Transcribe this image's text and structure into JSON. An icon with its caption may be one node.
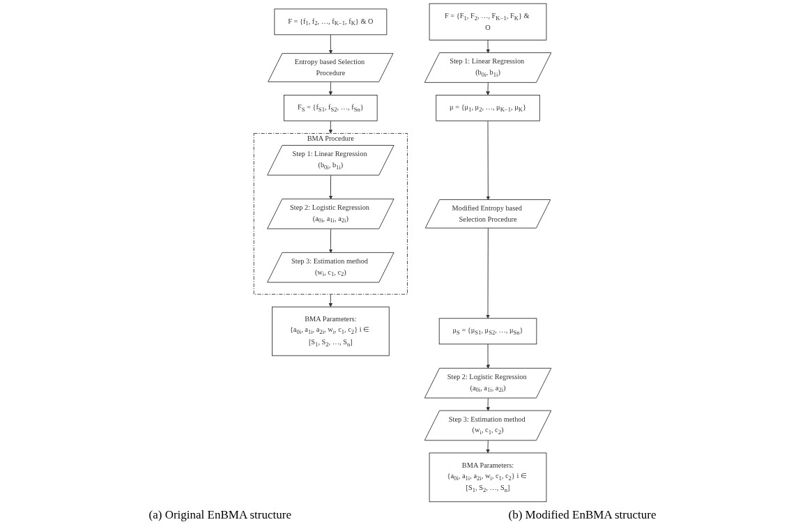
{
  "diagram": {
    "nodes": [
      {
        "text": [
          "F = {f$_{1}$, f$_{2}$, …, f$_{K−1}$, f$_{K}$} & O"
        ]
      },
      {
        "text": [
          "Entropy based Selection Procedure"
        ]
      },
      {
        "text": [
          "F$_{S}$ = {f$_{S1}$, f$_{S2}$, …, f$_{Sn}$}"
        ]
      },
      {
        "text": [
          "BMA Procedure"
        ]
      },
      {
        "text": [
          "Step 1: Linear Regression (b$_{0i}$, b$_{1i}$)"
        ],
        "in": 3
      },
      {
        "text": [
          "Step 2: Logistic Regression (a$_{0i}$, a$_{1i}$, a$_{2i}$)"
        ],
        "in": 3
      },
      {
        "text": [
          "Step 3: Estimation method (w$_{i}$, c$_{1}$, c$_{2}$)"
        ],
        "in": 3
      },
      {
        "text": [
          "BMA Parameters:",
          "{a$_{0i}$, a$_{1i}$, a$_{2i}$, w$_{i}$, c$_{1}$, c$_{2}$} i ∈ [S$_{1}$, S$_{2}$, …, S$_{n}$]"
        ]
      },
      {
        "text": [
          "F = {F$_{1}$, F$_{2}$, …, F$_{K−1}$, F$_{K}$} & O"
        ]
      },
      {
        "text": [
          "Step 1: Linear Regression (b$_{0i}$, b$_{1i}$)"
        ]
      },
      {
        "text": [
          "μ = {μ$_{1}$, μ$_{2}$, …, μ$_{K−1}$, μ$_{K}$}"
        ]
      },
      {
        "text": [
          "Modified Entropy based Selection Procedure"
        ]
      },
      {
        "text": [
          "μ$_{S}$ = {μ$_{S1}$, μ$_{S2}$, …, μ$_{Sn}$}"
        ]
      },
      {
        "text": [
          "Step 2: Logistic Regression (a$_{0i}$, a$_{1i}$, a$_{2i}$)"
        ]
      },
      {
        "text": [
          "Step 3: Estimation method (w$_{i}$, c$_{1}$, c$_{2}$)"
        ]
      },
      {
        "text": [
          "BMA Parameters:",
          "{a$_{0i}$, a$_{1i}$, a$_{2i}$, w$_{i}$, c$_{1}$, c$_{2}$} i ∈ [S$_{1}$, S$_{2}$, …, S$_{n}$]"
        ]
      }
    ],
    "edges": [
      {
        "from": 0,
        "to": 1,
        "arrow": "to"
      },
      {
        "from": 1,
        "to": 2,
        "arrow": "to"
      },
      {
        "from": 2,
        "to": 3,
        "arrow": "to"
      },
      {
        "from": 4,
        "to": 5,
        "arrow": "to"
      },
      {
        "from": 5,
        "to": 6,
        "arrow": "to"
      },
      {
        "from": 3,
        "to": 7,
        "arrow": "to"
      },
      {
        "from": 8,
        "to": 9,
        "arrow": "to"
      },
      {
        "from": 9,
        "to": 10,
        "arrow": "to"
      },
      {
        "from": 10,
        "to": 11,
        "arrow": "to"
      },
      {
        "from": 11,
        "to": 12,
        "arrow": "to"
      },
      {
        "from": 12,
        "to": 13,
        "arrow": "to"
      },
      {
        "from": 13,
        "to": 14,
        "arrow": "to"
      },
      {
        "from": 14,
        "to": 15,
        "arrow": "to"
      }
    ],
    "labels": [
      "(a) Original EnBMA structure",
      "(b) Modified EnBMA structure"
    ]
  }
}
